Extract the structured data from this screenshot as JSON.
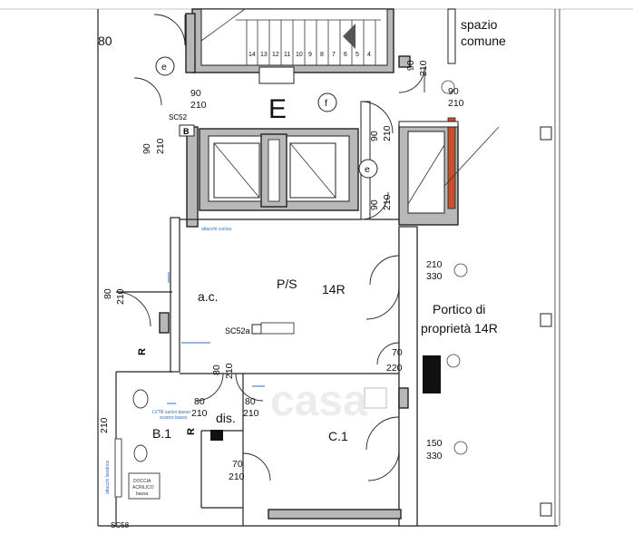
{
  "labels": {
    "top_left_number": "80",
    "spazio_line1": "spazio",
    "spazio_line2": "comune",
    "e_tag_left": "e",
    "e_tag_right": "e",
    "f_tag": "f",
    "E_big": "E",
    "sc52": "SC52",
    "sc52a": "SC52a",
    "sc58": "SC58",
    "b_tag": "B",
    "ps": "P/S",
    "r14": "14R",
    "ac": "a.c.",
    "portico_line1": "Portico di",
    "portico_line2": "proprietà 14R",
    "b1": "B.1",
    "dis": "dis.",
    "c1": "C.1",
    "r_mark_left": "R",
    "r_mark_bottom": "R",
    "watermark": "casa"
  },
  "dimensions": {
    "d_90_210_top": [
      "90",
      "210"
    ],
    "d_90_210_leftv": [
      "90",
      "210"
    ],
    "d_90_210_mid_a": [
      "90",
      "210"
    ],
    "d_90_210_mid_b": [
      "90",
      "210"
    ],
    "d_90_210_right": [
      "90",
      "210"
    ],
    "d_90_210_rv": [
      "90",
      "210"
    ],
    "d_210_330": [
      "210",
      "330"
    ],
    "d_80_210_leftwall": [
      "80",
      "210"
    ],
    "d_80_210_dis_v": [
      "80",
      "210"
    ],
    "d_80_210_dis_l": [
      "80",
      "210"
    ],
    "d_80_210_dis_r": [
      "80",
      "210"
    ],
    "d_70_220": [
      "70",
      "220"
    ],
    "d_150_330": [
      "150",
      "330"
    ],
    "d_70_210_bottom": [
      "70",
      "210"
    ],
    "d_210_left_edge": "210"
  },
  "stair_numbers": [
    "14",
    "13",
    "12",
    "11",
    "10",
    "9",
    "8",
    "7",
    "6",
    "5",
    "4"
  ],
  "small_notes": {
    "attacchi_cucina": "attacchi cucina",
    "lavtr_line1": "LVTR carico basso",
    "lavtr_line2": "scarico basso",
    "doccia_line1": "DOCCIA",
    "doccia_line2": "ACRILICO",
    "doccia_line3": "bassa",
    "attacchi_lavatrice": "attacchi lavatrice"
  },
  "colors": {
    "wall_fill": "#b8b8b8",
    "accent_wall": "#c8512c",
    "fixture_blue": "#2a6fc7"
  }
}
